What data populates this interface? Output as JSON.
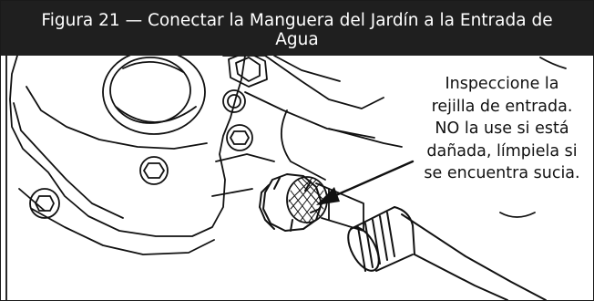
{
  "figure": {
    "title_line_1": "Figura 21 — Conectar la Manguera del Jardín a la Entrada de",
    "title_line_2": "Agua",
    "callout_lines": [
      "Inspeccione la",
      "rejilla de entrada.",
      "NO la use si está",
      "dañada, límpiela si",
      "se encuentra sucia."
    ]
  },
  "colors": {
    "header_background": "#1f1f1f",
    "header_text": "#ffffff",
    "line_art": "#111111"
  }
}
